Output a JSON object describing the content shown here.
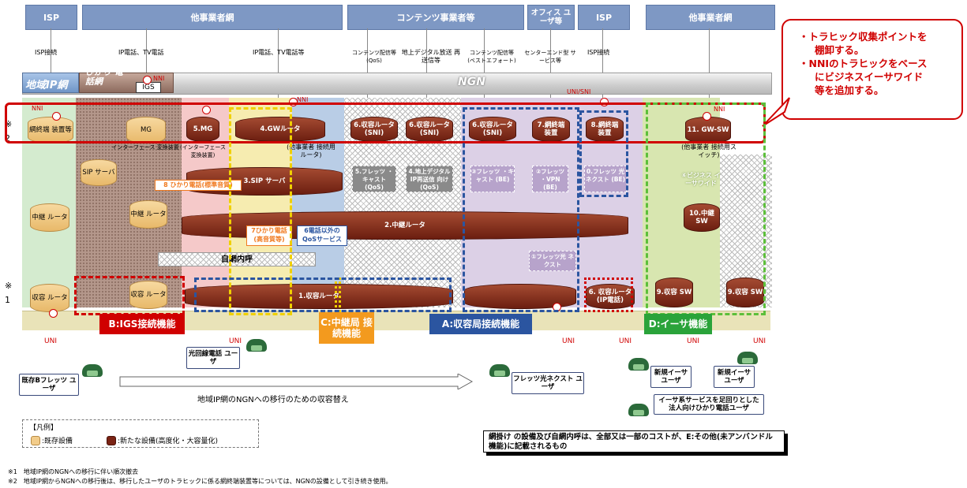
{
  "headers": [
    "ISP",
    "他事業者網",
    "コンテンツ事業者等",
    "オフィス ユーザ等",
    "ISP",
    "他事業者網"
  ],
  "services": {
    "isp1": "ISP接続",
    "ip_tv1": "IP電話、TV電話",
    "ip_tv2": "IP電話、TV電話等",
    "content_qos": "コンテンツ配信等 (QoS)",
    "terrestrial": "地上デジタル放送 再送信等",
    "content_be": "コンテンツ配信等 (ベストエフォート)",
    "center_end": "センターエンド型 サービス等",
    "isp2": "ISP接続"
  },
  "networks": {
    "chiiki": "地域IP網",
    "hikari": "ひかり 電話網",
    "ngn": "NGN",
    "igs": "IGS",
    "uni_sni": "UNI/SNI"
  },
  "callout": {
    "line1": "・トラヒック収集ポイントを",
    "line2": "棚卸する。",
    "line3": "・NNIのトラヒックをベース",
    "line4": "にビジネスイーサワイド",
    "line5": "等を追加する。"
  },
  "notes_mark": {
    "m2": "※ 2",
    "m1": "※ 1"
  },
  "equipment": {
    "net_term": "網終端 装置等",
    "mg_old": "MG",
    "mg_new": "5.MG",
    "gw": "4.GWルータ",
    "r6a": "6.収容ルータ (SNI)",
    "r6b": "6.収容ルータ (SNI)",
    "r6c": "6.収容ルータ (SNI)",
    "net7": "7.網終端 装置",
    "net8": "8.網終端 装置",
    "gwsw": "11. GW-SW",
    "if_old": "インターフェース 変換装置",
    "if_new": "(インターフェース 変換装置)",
    "gw_sub": "(他事業者 接続用ルータ)",
    "sw_sub": "(他事業者 接続用スイッチ)",
    "sip_old": "SIP サーバ",
    "sip_new": "3.SIP サーバ",
    "relay_old": "中継 ルータ",
    "relay_old2": "中継 ルータ",
    "relay_new": "2.中継ルータ",
    "relay_sw": "10.中継 SW",
    "acc_old": "収容 ルータ",
    "acc_old2": "収容 ルータ",
    "acc_new": "1.収容ルータ",
    "acc_ip": "6. 収容ルータ (IP電話)",
    "sw9a": "9.収容 SW",
    "sw9b": "9.収容 SW"
  },
  "functions": {
    "f5": "5.フレッツ ・キャスト (QoS)",
    "f4": "4.地上デジタル IP再送信 向け(QoS)",
    "f3": "③フレッツ ・キャスト (BE)",
    "f2": "②フレッツ ・VPN (BE)",
    "f0": "0.フレッツ 光ネクスト (BE)",
    "f1": "①フレッツ光 ネクスト",
    "f8": "8 ひかり電話(標準音質)",
    "f7": "7ひかり電話 (高音質等)",
    "f6": "6電話以外の QoSサービス",
    "f6biz": "⑥ビジネス イーサワイド",
    "self_call": "自網内呼"
  },
  "function_tags": {
    "b": "B:IGS接続機能",
    "c": "C:中継局 接続機能",
    "a": "A:収容局接続機能",
    "d": "D:イーサ機能"
  },
  "labels": {
    "uni": "UNI",
    "nni": "NNI"
  },
  "users": {
    "existing": "既存Bフレッツ ユーザ",
    "optical_phone": "光回線電話 ユーザ",
    "flets_next": "フレッツ光ネクスト ユーザ",
    "ether1": "新規イーサ ユーザ",
    "ether2": "新規イーサ ユーザ",
    "corp": "イーサ系サービスを足回りとした 法人向けひかり電話ユーザ"
  },
  "migration": "地域IP網のNGNへの移行のための収容替え",
  "legend": {
    "title": "【凡例】",
    "old": ":既存設備",
    "new": ":新たな設備(高度化・大容量化)"
  },
  "note_box": "網掛け の設備及び自網内呼は、全部又は一部のコストが、E:その他(未アンバンドル機能)に記載されるもの",
  "footnotes": [
    "※1　地域IP網のNGNへの移行に伴い順次撤去",
    "※2　地域IP網からNGNへの移行後は、移行したユーザのトラヒックに係る網終端装置等については、NGNの設備として引き続き使用。"
  ]
}
